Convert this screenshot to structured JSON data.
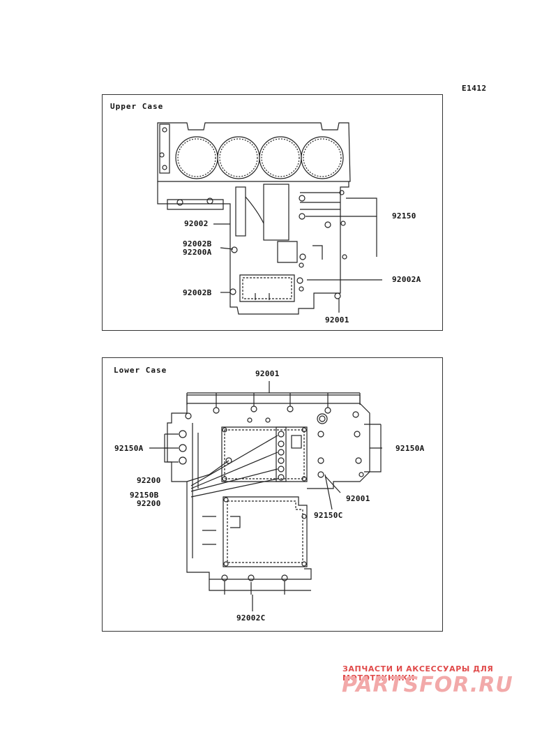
{
  "figure_ref": "E1412",
  "upper": {
    "title": "Upper Case",
    "labels": {
      "p92150": "92150",
      "p92002": "92002",
      "p92002B_top": "92002B",
      "p92200A": "92200A",
      "p92002A": "92002A",
      "p92002B_bottom": "92002B",
      "p92001": "92001"
    }
  },
  "lower": {
    "title": "Lower Case",
    "labels": {
      "p92001_top": "92001",
      "p92150A_left": "92150A",
      "p92150A_right": "92150A",
      "p92200_mid": "92200",
      "p92150B": "92150B",
      "p92200_low": "92200",
      "p92001_right": "92001",
      "p92150C": "92150C",
      "p92002C": "92002C"
    }
  },
  "watermark": {
    "tagline": "ЗАПЧАСТИ И АКСЕССУАРЫ ДЛЯ МОТОТЕХНИКИ",
    "brand": "PARTSFOR.RU"
  }
}
